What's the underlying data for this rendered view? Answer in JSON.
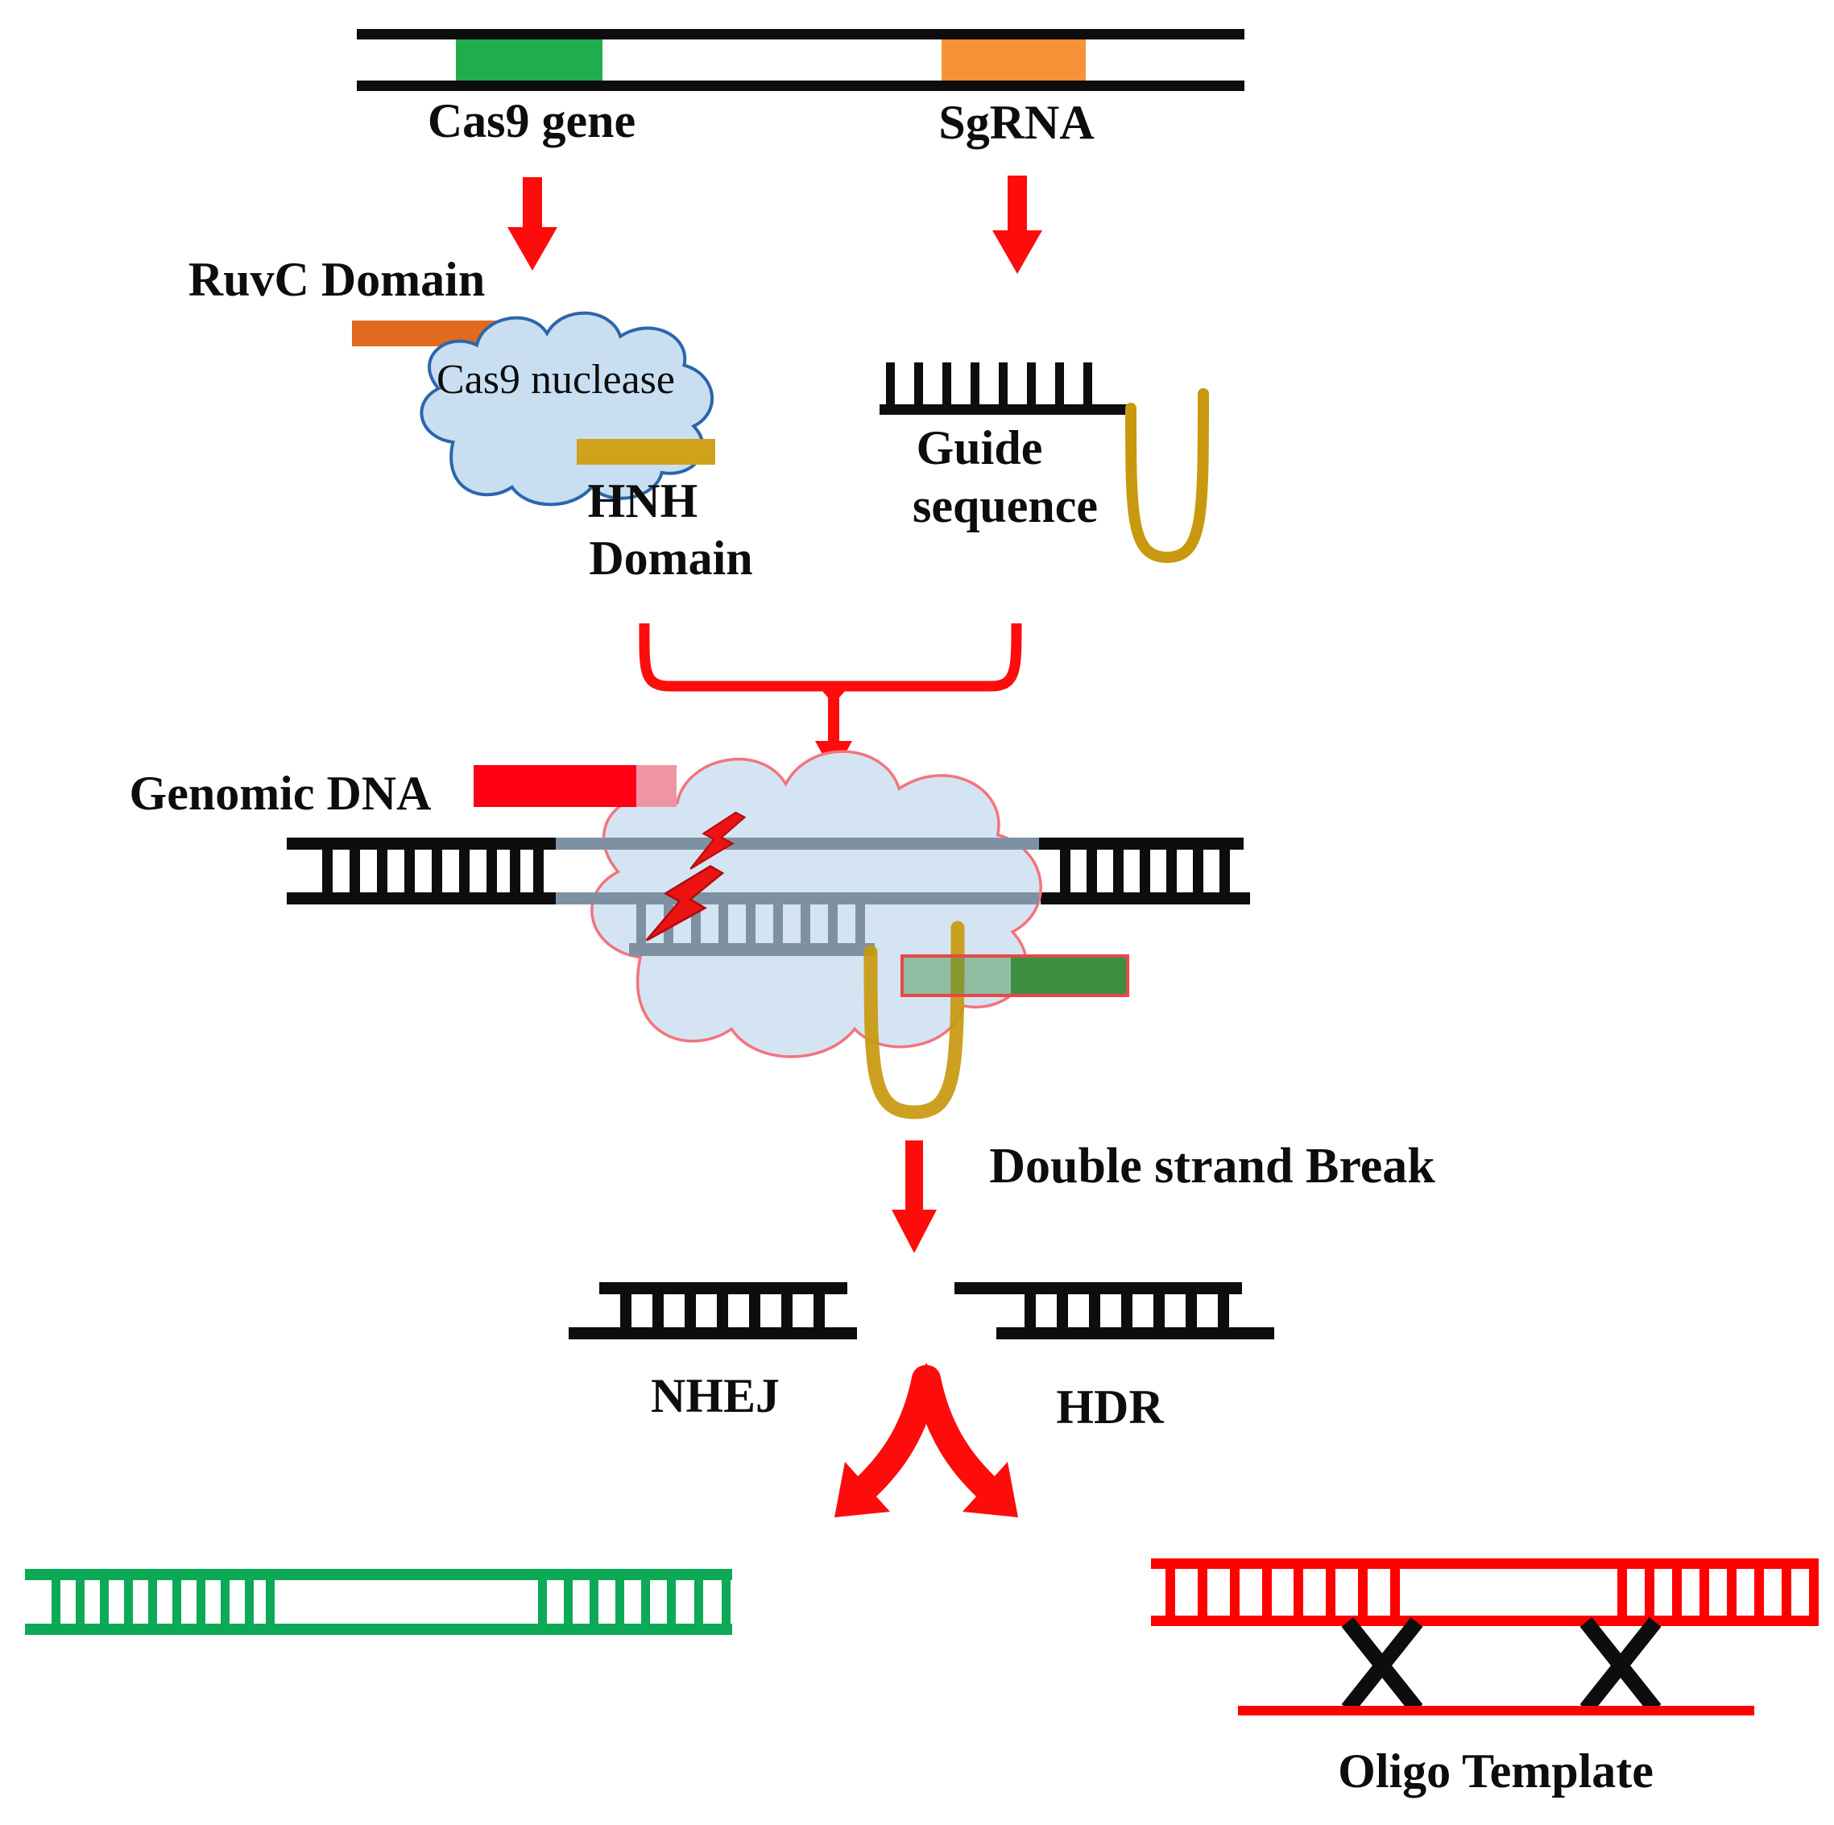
{
  "diagram": {
    "title_semantic": "CRISPR-Cas9 gene editing mechanism",
    "construct": {
      "cas9_gene_label": "Cas9 gene",
      "sgrna_label": "SgRNA"
    },
    "nuclease": {
      "ruvc_label": "RuvC Domain",
      "cloud_label": "Cas9 nuclease",
      "hnh_label_line1": "HNH",
      "hnh_label_line2": "Domain"
    },
    "guide": {
      "label_line1": "Guide",
      "label_line2": "sequence"
    },
    "genomic": {
      "label": "Genomic DNA"
    },
    "break_step": {
      "label": "Double strand Break"
    },
    "repair": {
      "nhej_label": "NHEJ",
      "hdr_label": "HDR",
      "oligo_label": "Oligo Template"
    },
    "colors": {
      "black": "#0d0d0d",
      "arrow_red": "#fe0c0c",
      "gene_green": "#1fad4d",
      "sgrna_orange": "#f79238",
      "ruvc_orange": "#e06a1d",
      "hnh_gold": "#d0a21c",
      "rna_gold": "#c8990f",
      "cloud_fill_blue": "#c9dff1",
      "cloud1_stroke_blue": "#2b66ad",
      "cloud2_fill_blue": "#d5e4f2",
      "cloud2_stroke_pink": "#f4737d",
      "strand_gray": "#7e91a2",
      "genomic_red": "#ff0014",
      "genomic_red_overlap": "#ef94a4",
      "pam_green": "#3e8e41",
      "pam_border_red": "#e8474b",
      "bolt_red": "#ed1313",
      "nhej_green": "#0ca956",
      "hdr_red": "#fe0000"
    },
    "icons": [
      "dna-construct-icon",
      "cas9-gene-block-icon",
      "sgrna-block-icon",
      "down-arrow-icon",
      "cas9-nuclease-cloud-icon",
      "ruvc-bar-icon",
      "hnh-bar-icon",
      "guide-comb-icon",
      "rna-loop-icon",
      "brace-bracket-icon",
      "complex-cloud-icon",
      "genomic-dna-bar-icon",
      "dna-ladder-icon",
      "grna-comb-icon",
      "lightning-bolt-icon",
      "pam-bar-icon",
      "split-arrow-icon",
      "nhej-ladder-icon",
      "hdr-ladder-icon",
      "green-repaired-ladder-icon",
      "red-hdr-ladder-icon",
      "crossover-x-icon",
      "oligo-line-icon"
    ]
  }
}
